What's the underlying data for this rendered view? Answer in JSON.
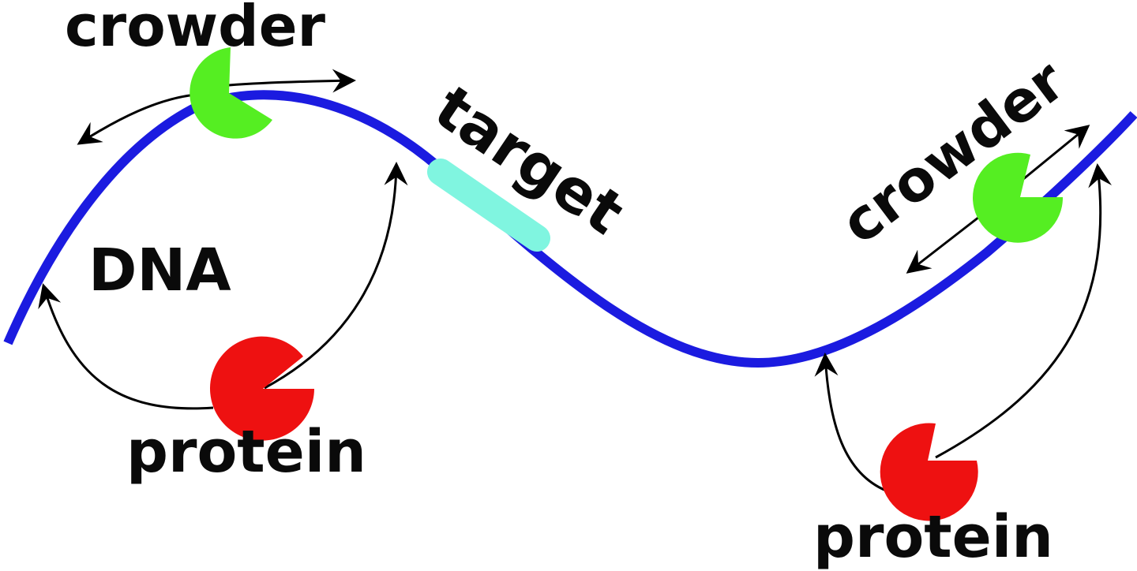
{
  "labels": {
    "crowder_top": "crowder",
    "crowder_right": "crowder",
    "target": "target",
    "dna": "DNA",
    "protein_left": "protein",
    "protein_right": "protein"
  },
  "colors": {
    "dna_strand": "#1b1be0",
    "target_segment": "#80f5e0",
    "crowder": "#55ee22",
    "protein": "#ee1111",
    "arrows": "#000000",
    "text": "#0a0a0a",
    "background": "#ffffff"
  },
  "icons": {
    "crowder": "pacman-shape",
    "protein": "pacman-shape",
    "arrow_head": "open-arrowhead"
  }
}
